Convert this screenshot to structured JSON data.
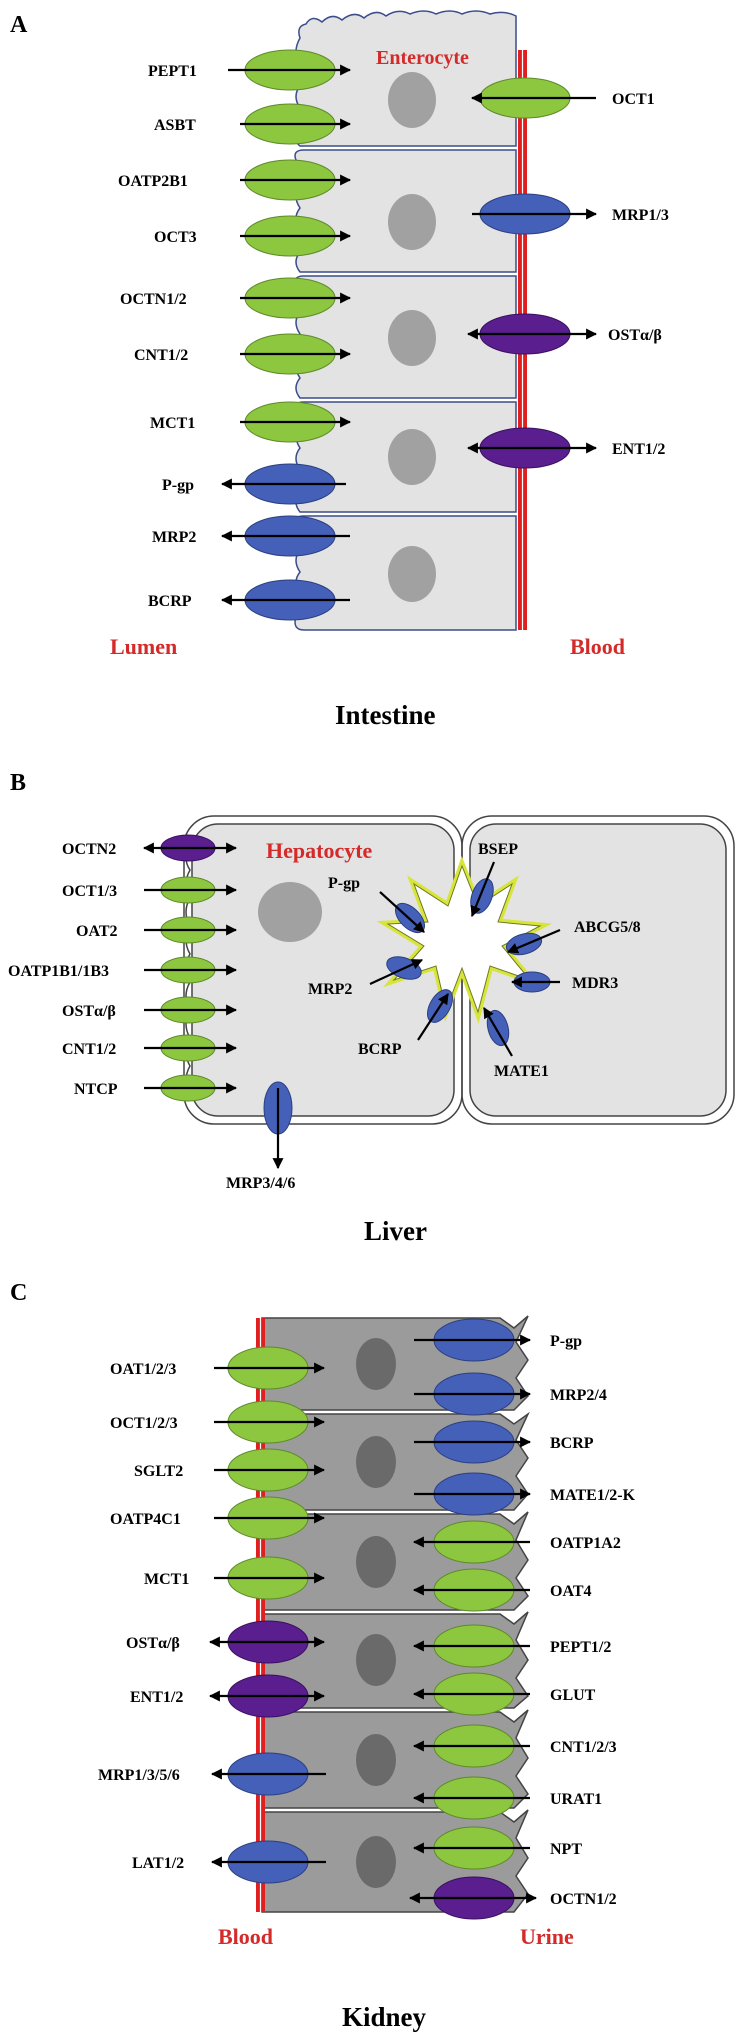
{
  "colors": {
    "green": "#8dc63f",
    "blue": "#4460b8",
    "purple": "#5a1e8e",
    "red": "#d42a2a"
  },
  "intestine": {
    "panel": "A",
    "cell_label": "Enterocyte",
    "lumen": "Lumen",
    "blood": "Blood",
    "title": "Intestine",
    "left": [
      "PEPT1",
      "ASBT",
      "OATP2B1",
      "OCT3",
      "OCTN1/2",
      "CNT1/2",
      "MCT1",
      "P-gp",
      "MRP2",
      "BCRP"
    ],
    "right": [
      "OCT1",
      "MRP1/3",
      "OSTα/β",
      "ENT1/2"
    ]
  },
  "liver": {
    "panel": "B",
    "cell_label": "Hepatocyte",
    "title": "Liver",
    "left": [
      "OCTN2",
      "OCT1/3",
      "OAT2",
      "OATP1B1/1B3",
      "OSTα/β",
      "CNT1/2",
      "NTCP"
    ],
    "canalicular": [
      "P-gp",
      "MRP2",
      "BCRP",
      "BSEP",
      "ABCG5/8",
      "MDR3",
      "MATE1"
    ],
    "basal": "MRP3/4/6"
  },
  "kidney": {
    "panel": "C",
    "title": "Kidney",
    "blood": "Blood",
    "urine": "Urine",
    "left": [
      "OAT1/2/3",
      "OCT1/2/3",
      "SGLT2",
      "OATP4C1",
      "MCT1",
      "OSTα/β",
      "ENT1/2",
      "MRP1/3/5/6",
      "LAT1/2"
    ],
    "right": [
      "P-gp",
      "MRP2/4",
      "BCRP",
      "MATE1/2-K",
      "OATP1A2",
      "OAT4",
      "PEPT1/2",
      "GLUT",
      "CNT1/2/3",
      "URAT1",
      "NPT",
      "OCTN1/2"
    ]
  }
}
